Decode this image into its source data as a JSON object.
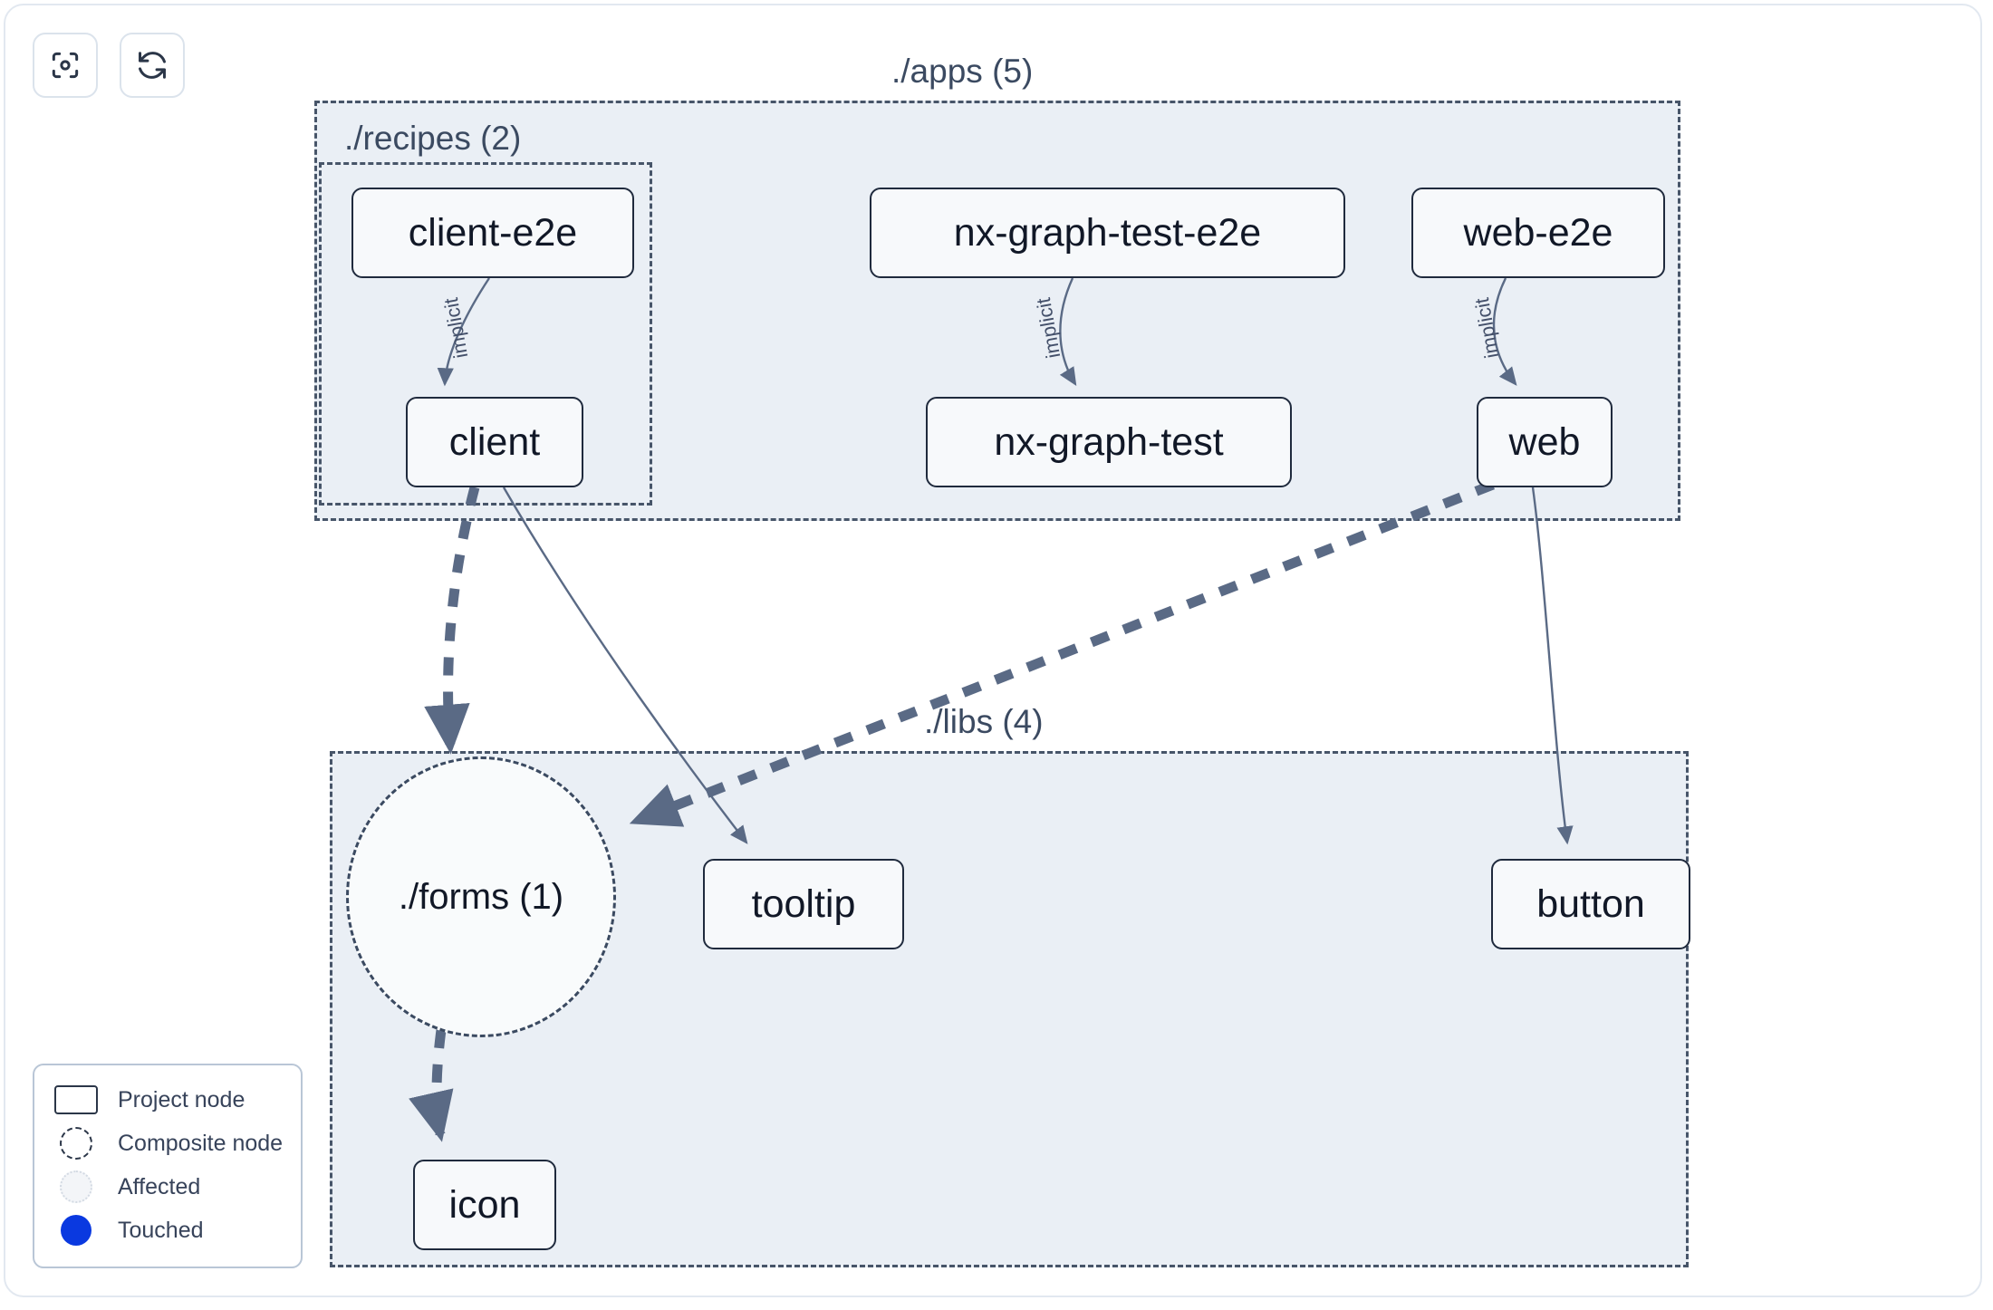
{
  "toolbar": {
    "buttons": [
      {
        "name": "focus-graph-button",
        "icon": "focus-target-icon",
        "label": ""
      },
      {
        "name": "refresh-graph-button",
        "icon": "refresh-icon",
        "label": ""
      }
    ]
  },
  "graph": {
    "groups": [
      {
        "id": "apps",
        "label": "./apps (5)",
        "count": 5,
        "label_position": "top-border"
      },
      {
        "id": "recipes",
        "label": "./recipes (2)",
        "count": 2,
        "label_position": "inside-top-left"
      },
      {
        "id": "libs",
        "label": "./libs (4)",
        "count": 4,
        "label_position": "top-border"
      }
    ],
    "nodes": [
      {
        "id": "client-e2e",
        "label": "client-e2e",
        "type": "project",
        "group": "recipes"
      },
      {
        "id": "client",
        "label": "client",
        "type": "project",
        "group": "recipes"
      },
      {
        "id": "nx-graph-test-e2e",
        "label": "nx-graph-test-e2e",
        "type": "project",
        "group": "apps"
      },
      {
        "id": "nx-graph-test",
        "label": "nx-graph-test",
        "type": "project",
        "group": "apps"
      },
      {
        "id": "web-e2e",
        "label": "web-e2e",
        "type": "project",
        "group": "apps"
      },
      {
        "id": "web",
        "label": "web",
        "type": "project",
        "group": "apps"
      },
      {
        "id": "forms",
        "label": "./forms (1)",
        "type": "composite",
        "group": "libs"
      },
      {
        "id": "tooltip",
        "label": "tooltip",
        "type": "project",
        "group": "libs"
      },
      {
        "id": "button",
        "label": "button",
        "type": "project",
        "group": "libs"
      },
      {
        "id": "icon",
        "label": "icon",
        "type": "project",
        "group": "libs"
      }
    ],
    "edges": [
      {
        "from": "client-e2e",
        "to": "client",
        "label": "implicit",
        "style": "solid-thin"
      },
      {
        "from": "nx-graph-test-e2e",
        "to": "nx-graph-test",
        "label": "implicit",
        "style": "solid-thin"
      },
      {
        "from": "web-e2e",
        "to": "web",
        "label": "implicit",
        "style": "solid-thin"
      },
      {
        "from": "client",
        "to": "forms",
        "label": "",
        "style": "dashed-thick"
      },
      {
        "from": "client",
        "to": "tooltip",
        "label": "",
        "style": "solid-thin"
      },
      {
        "from": "web",
        "to": "forms",
        "label": "",
        "style": "dashed-thick"
      },
      {
        "from": "web",
        "to": "button",
        "label": "",
        "style": "solid-thin"
      },
      {
        "from": "forms",
        "to": "icon",
        "label": "",
        "style": "dashed-thick"
      }
    ]
  },
  "legend": {
    "items": [
      {
        "swatch": "project-node-swatch",
        "label": "Project node"
      },
      {
        "swatch": "composite-node-swatch",
        "label": "Composite node"
      },
      {
        "swatch": "affected-swatch",
        "label": "Affected"
      },
      {
        "swatch": "touched-swatch",
        "label": "Touched"
      }
    ]
  },
  "colors": {
    "group_background": "#eaeff5",
    "group_border": "#475569",
    "node_fill": "#f7f9fb",
    "node_border": "#1f2a3d",
    "edge": "#5a6a85",
    "touched": "#0a39e0",
    "page_border": "#e2e8f0"
  }
}
